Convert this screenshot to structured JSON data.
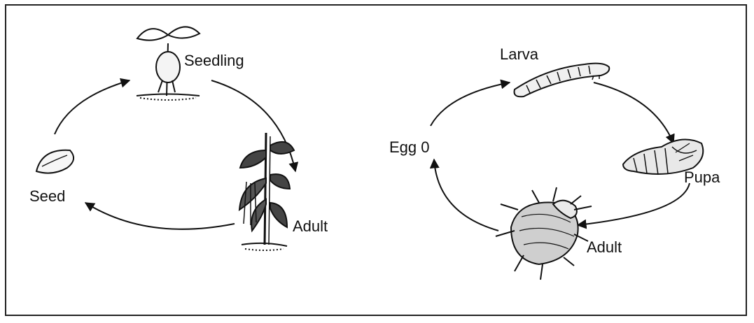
{
  "plant_cycle": {
    "stages": {
      "seedling": "Seedling",
      "adult": "Adult",
      "seed": "Seed"
    }
  },
  "insect_cycle": {
    "stages": {
      "larva": "Larva",
      "pupa": "Pupa",
      "adult": "Adult",
      "egg": "Egg 0"
    }
  }
}
